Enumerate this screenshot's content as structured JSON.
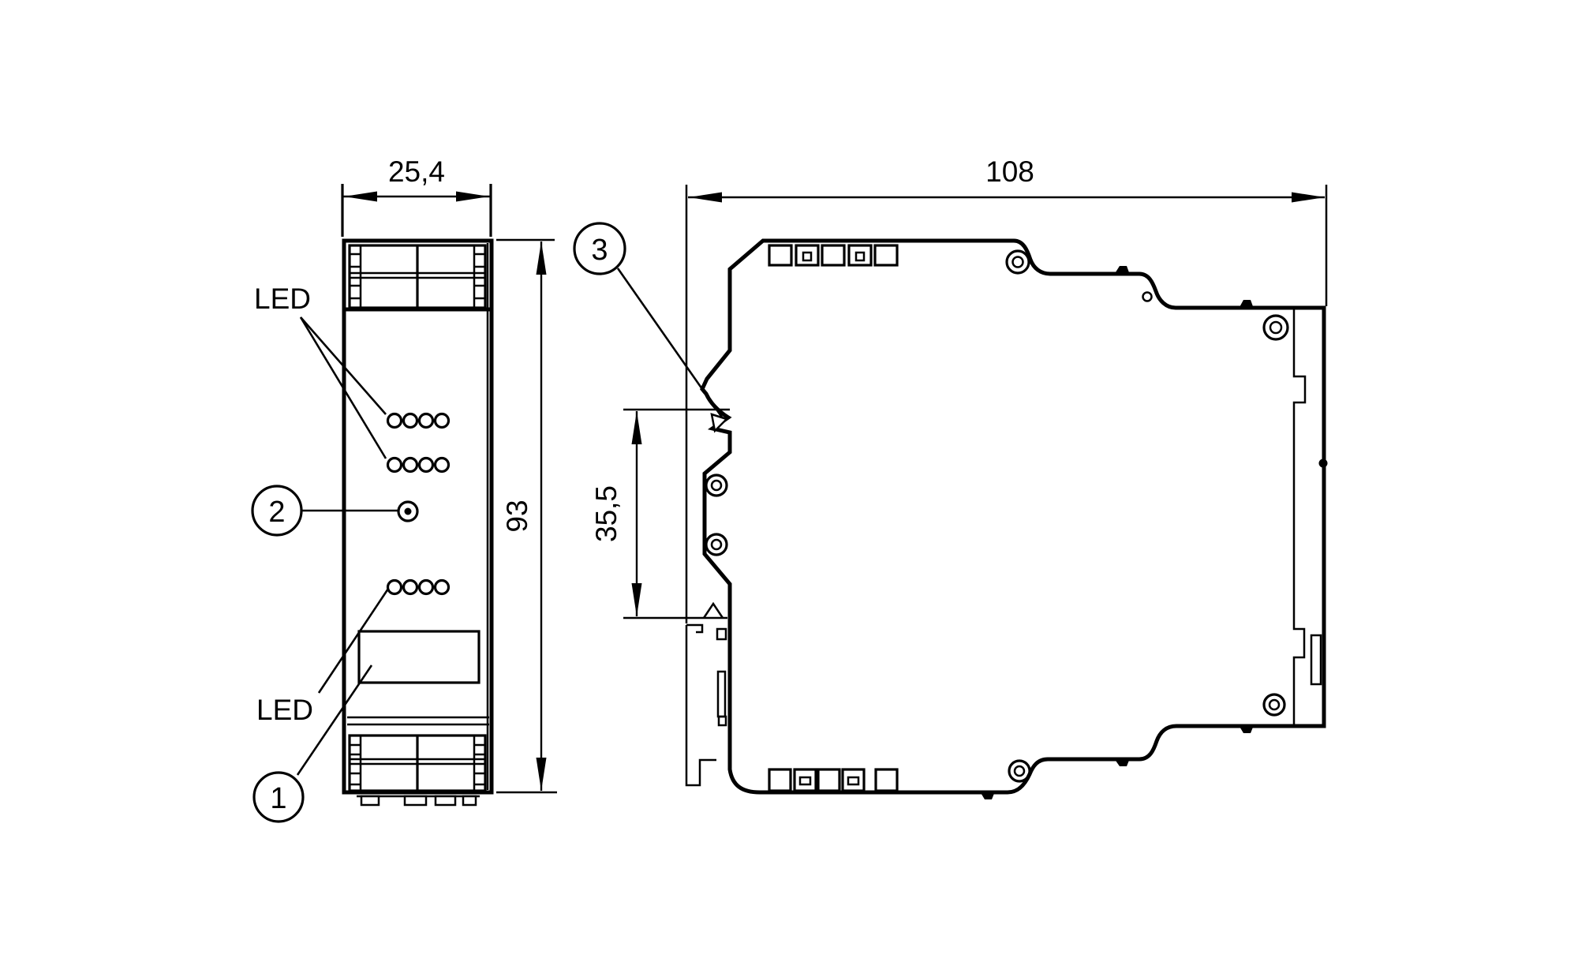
{
  "drawing": {
    "type": "technical-dimension-drawing",
    "background_color": "#ffffff",
    "line_color": "#000000",
    "views": {
      "front": {
        "name": "front view",
        "width_dimension": "25,4",
        "height_dimension": "93",
        "led_rows": 3,
        "leds_per_row": 4,
        "has_pushbutton": true,
        "has_display_window": true
      },
      "side": {
        "name": "side view",
        "width_dimension": "108",
        "din_rail_dimension": "35,5",
        "terminal_slots_top": 5,
        "terminal_slots_bottom": 5
      }
    },
    "texts": {
      "dim_front_width": "25,4",
      "dim_front_height": "93",
      "dim_side_width": "108",
      "dim_din_offset": "35,5",
      "label_led_top": "LED",
      "label_led_bottom": "LED",
      "callout_1": "1",
      "callout_2": "2",
      "callout_3": "3"
    }
  }
}
